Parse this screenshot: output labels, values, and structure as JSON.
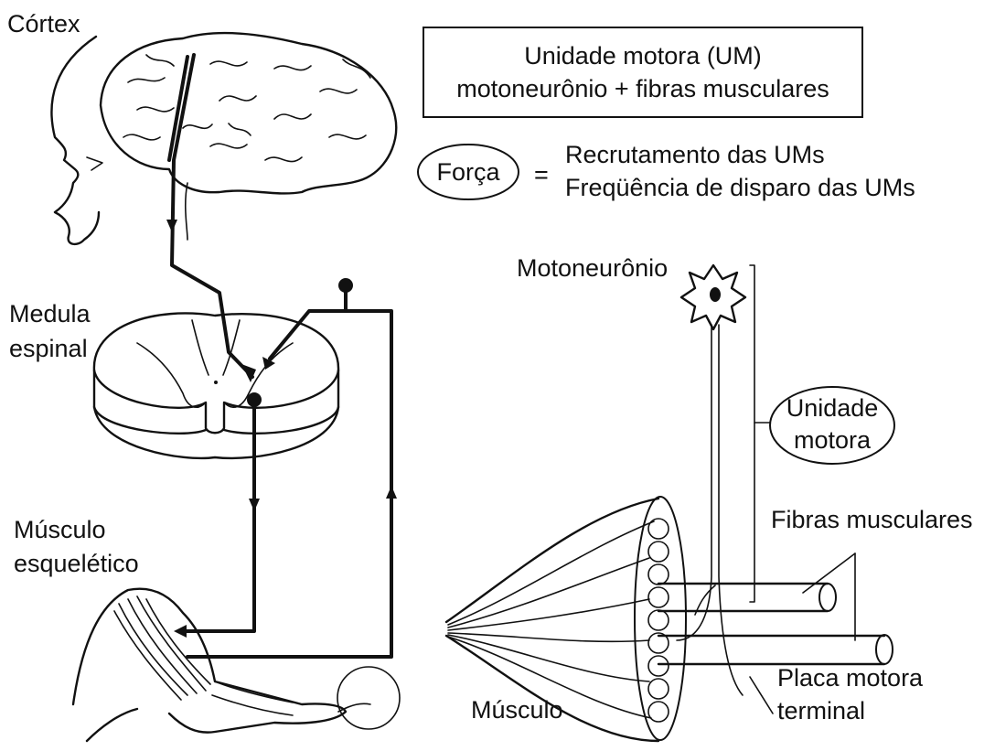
{
  "labels": {
    "cortex": "Córtex",
    "medula_line1": "Medula",
    "medula_line2": "espinal",
    "musculo_esq_line1": "Músculo",
    "musculo_esq_line2": "esquelético",
    "box_line1": "Unidade motora (UM)",
    "box_line2": "motoneurônio + fibras musculares",
    "forca": "Força",
    "equals": "=",
    "recrutamento": "Recrutamento das UMs",
    "frequencia": "Freqüência de disparo das UMs",
    "motoneuronio": "Motoneurônio",
    "unidade_motora_line1": "Unidade",
    "unidade_motora_line2": "motora",
    "fibras_musculares": "Fibras musculares",
    "placa_line1": "Placa motora",
    "placa_line2": "terminal",
    "musculo": "Músculo"
  },
  "colors": {
    "ink": "#111111",
    "background": "#ffffff"
  }
}
